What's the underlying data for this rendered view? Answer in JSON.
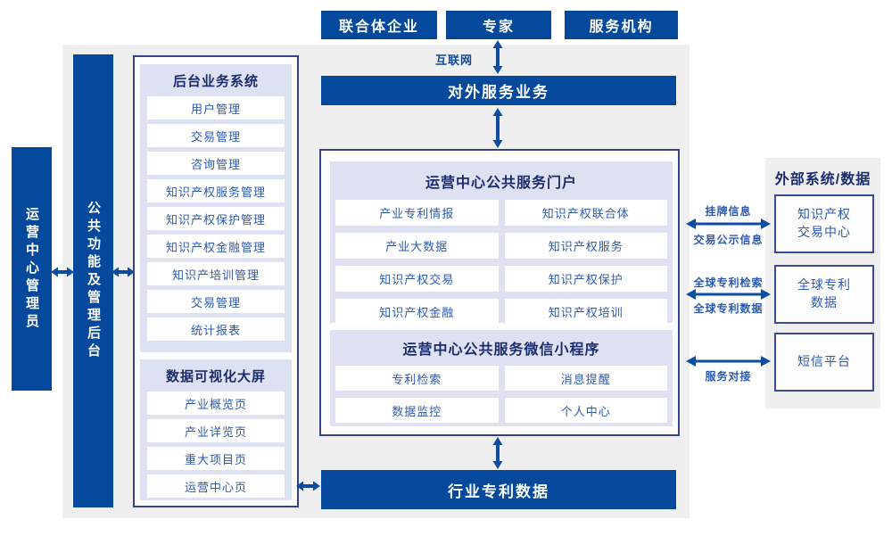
{
  "colors": {
    "primary_blue": "#05499D",
    "navy_border": "#35418F",
    "title_navy": "#1A2C6E",
    "item_blue": "#2E5BB0",
    "panel_lavender": "#DEE1F1",
    "background_gray": "#EFEFEF",
    "arrow_blue": "#0B4DA2"
  },
  "top_actors": [
    "联合体企业",
    "专家",
    "服务机构"
  ],
  "internet_label": "互联网",
  "external_service_bar": "对外服务业务",
  "left_bars": {
    "admin": "运营中心管理员",
    "backend": "公共功能及管理后台"
  },
  "backend_system": {
    "title": "后台业务系统",
    "items": [
      "用户管理",
      "交易管理",
      "咨询管理",
      "知识产权服务管理",
      "知识产权保护管理",
      "知识产权金融管理",
      "知识产培训管理",
      "交易管理",
      "统计报表"
    ]
  },
  "data_screen": {
    "title": "数据可视化大屏",
    "items": [
      "产业概览页",
      "产业详览页",
      "重大项目页",
      "运营中心页"
    ]
  },
  "portal": {
    "title": "运营中心公共服务门户",
    "items": [
      "产业专利情报",
      "知识产权联合体",
      "产业大数据",
      "知识产权服务",
      "知识产权交易",
      "知识产权保护",
      "知识产权金融",
      "知识产权培训"
    ]
  },
  "miniprogram": {
    "title": "运营中心公共服务微信小程序",
    "items": [
      "专利检索",
      "消息提醒",
      "数据监控",
      "个人中心"
    ]
  },
  "industry_data_bar": "行业专利数据",
  "external": {
    "title": "外部系统/数据",
    "systems": [
      {
        "line1": "知识产权",
        "line2": "交易中心"
      },
      {
        "line1": "全球专利",
        "line2": "数据"
      },
      {
        "line1": "短信平台",
        "line2": ""
      }
    ],
    "links": [
      {
        "top": "挂牌信息",
        "bottom": "交易公示信息"
      },
      {
        "top": "全球专利检索",
        "bottom": "全球专利数据"
      },
      {
        "top": "",
        "bottom": "服务对接"
      }
    ]
  }
}
